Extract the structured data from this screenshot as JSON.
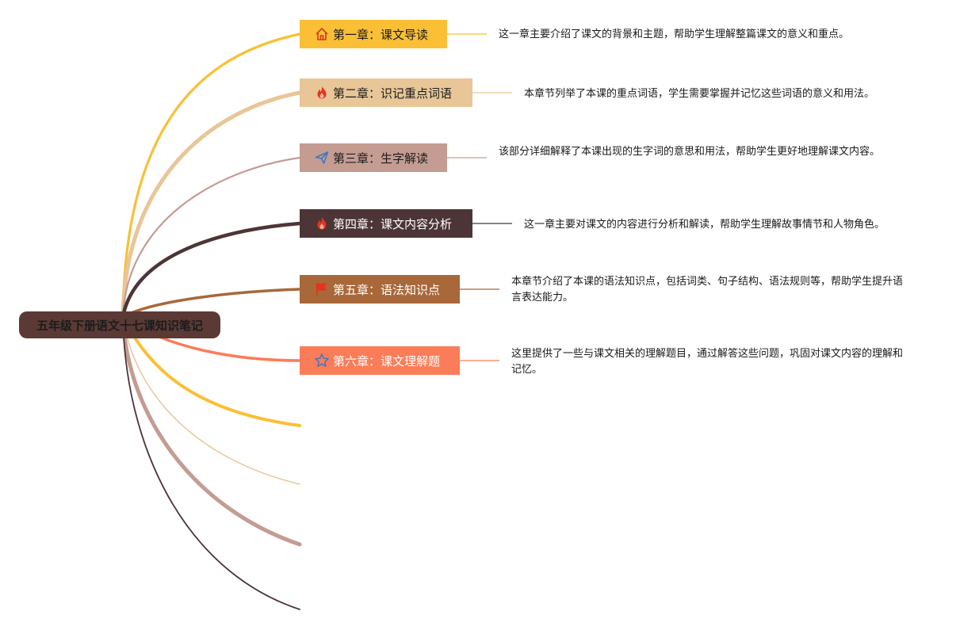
{
  "root": {
    "title": "五年级下册语文十七课知识笔记"
  },
  "chapters": [
    {
      "label": "第一章：课文导读",
      "color": "#fbbf35",
      "icon": "home-icon",
      "desc": "这一章主要介绍了课文的背景和主题，帮助学生理解整篇课文的意义和重点。"
    },
    {
      "label": "第二章：识记重点词语",
      "color": "#e8c697",
      "icon": "fire-icon",
      "desc": "本章节列举了本课的重点词语，学生需要掌握并记忆这些词语的意义和用法。"
    },
    {
      "label": "第三章：生字解读",
      "color": "#c49c92",
      "icon": "send-icon",
      "desc": "该部分详细解释了本课出现的生字词的意思和用法，帮助学生更好地理解课文内容。"
    },
    {
      "label": "第四章：课文内容分析",
      "color": "#4d3537",
      "icon": "fire-icon",
      "desc": "这一章主要对课文的内容进行分析和解读，帮助学生理解故事情节和人物角色。"
    },
    {
      "label": "第五章：语法知识点",
      "color": "#a8683a",
      "icon": "flag-icon",
      "desc": "本章节介绍了本课的语法知识点，包括词类、句子结构、语法规则等，帮助学生提升语言表达能力。"
    },
    {
      "label": "第六章：课文理解题",
      "color": "#fb7c58",
      "icon": "star-icon",
      "desc": "这里提供了一些与课文相关的理解题目，通过解答这些问题，巩固对课文内容的理解和记忆。"
    }
  ],
  "extra_branch_colors": [
    "#fbbf35",
    "#e8c697",
    "#c49c92",
    "#4d3537"
  ]
}
